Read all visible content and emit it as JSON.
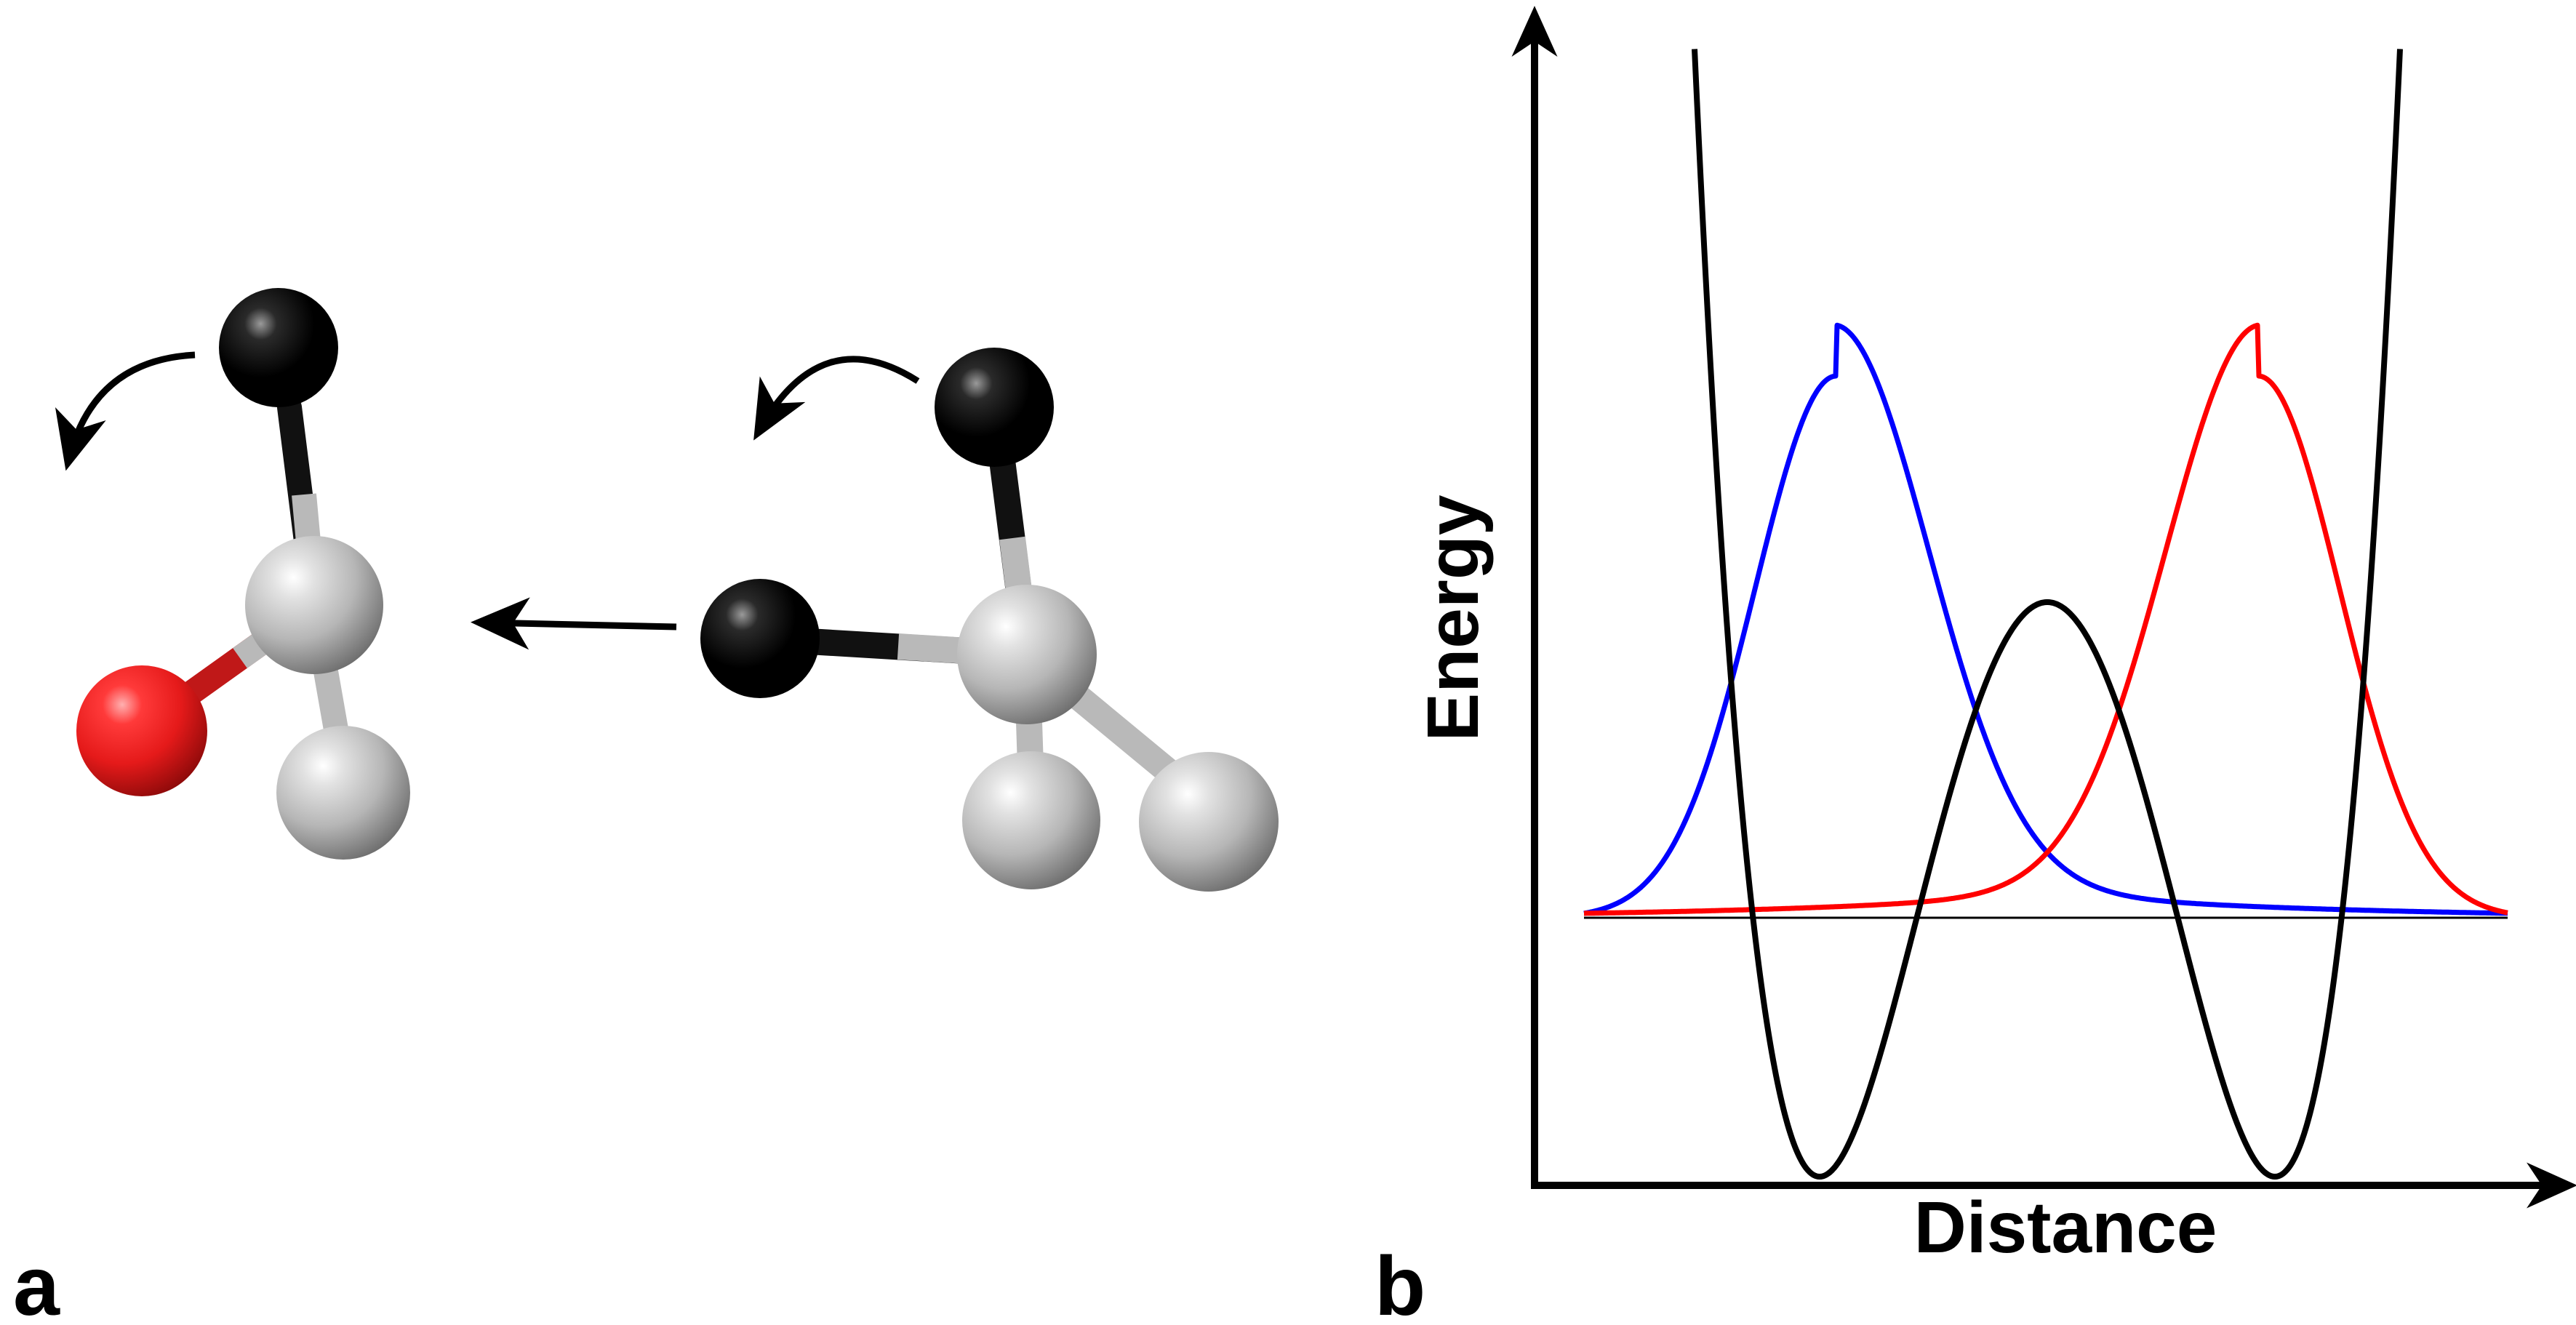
{
  "panels": {
    "a": {
      "label": "a"
    },
    "b": {
      "label": "b",
      "xlabel": "Distance",
      "ylabel": "Energy"
    }
  },
  "colors": {
    "background": "#ffffff",
    "axis": "#000000",
    "potential_curve": "#000000",
    "blue_curve": "#0000ff",
    "red_curve": "#ff0000",
    "carbon_atom": "#b8b8b8",
    "black_atom": "#000000",
    "oxygen_atom": "#e51a1a"
  },
  "icons": [
    "curved-arrow-icon",
    "straight-arrow-icon",
    "molecule-ball-stick"
  ],
  "chart_data": {
    "type": "line",
    "title": "",
    "xlabel": "Distance",
    "ylabel": "Energy",
    "xlim": [
      0,
      1
    ],
    "ylim": [
      0,
      1
    ],
    "grid": false,
    "legend": "none",
    "series": [
      {
        "color": "#000000",
        "description_values": {
          "x": [
            0.13,
            0.2,
            0.28,
            0.38,
            0.45,
            0.52,
            0.62,
            0.72,
            0.8,
            0.87
          ],
          "y": [
            0.97,
            0.45,
            0.01,
            0.45,
            0.5,
            0.45,
            0.01,
            0.45,
            0.97,
            1.0
          ]
        }
      },
      {
        "color": "#0000ff",
        "description_values": {
          "x": [
            0.05,
            0.2,
            0.3,
            0.4,
            0.5,
            0.6,
            0.75,
            0.95
          ],
          "y": [
            0.23,
            0.35,
            0.71,
            0.45,
            0.3,
            0.25,
            0.24,
            0.23
          ]
        }
      },
      {
        "color": "#ff0000",
        "description_values": {
          "x": [
            0.05,
            0.3,
            0.5,
            0.6,
            0.7,
            0.8,
            0.9,
            0.95
          ],
          "y": [
            0.23,
            0.24,
            0.3,
            0.45,
            0.71,
            0.45,
            0.25,
            0.23
          ]
        }
      },
      {
        "color": "#000000",
        "description_values": {
          "x": [
            0.05,
            0.95
          ],
          "y": [
            0.23,
            0.23
          ]
        }
      }
    ]
  }
}
